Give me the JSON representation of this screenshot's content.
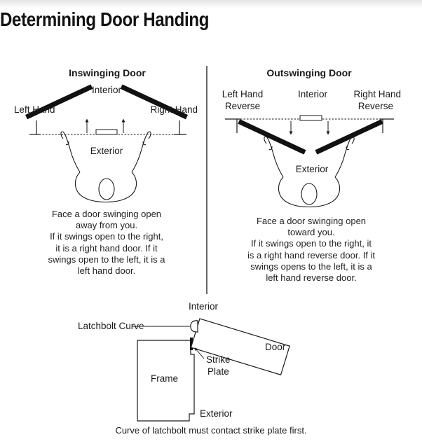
{
  "title": "Determining Door Handing",
  "inswinging": {
    "heading": "Inswinging Door",
    "interior": "Interior",
    "left": "Left Hand",
    "right": "Right Hand",
    "exterior": "Exterior",
    "description": "Face a door swinging open\naway from you.\nIf it swings open to the right,\nit is a right hand door. If it\nswings open to the left, it is a\nleft hand door."
  },
  "outswinging": {
    "heading": "Outswinging Door",
    "interior": "Interior",
    "left_line1": "Left Hand",
    "left_line2": "Reverse",
    "right_line1": "Right Hand",
    "right_line2": "Reverse",
    "exterior": "Exterior",
    "description": "Face a door swinging open\ntoward you.\nIf it swings open to the right, it\nis a right hand reverse door. If it\nswings opens to the left, it is a\nleft hand reverse door."
  },
  "latch": {
    "interior": "Interior",
    "latchbolt_curve": "Latchbolt Curve",
    "door": "Door",
    "strike_line1": "Strike",
    "strike_line2": "Plate",
    "frame": "Frame",
    "exterior": "Exterior",
    "caption": "Curve of latchbolt must contact strike plate first."
  },
  "icons": {
    "person": "person-from-above-icon",
    "arrow": "arrow-icon",
    "door": "door-leaf-icon"
  },
  "colors": {
    "ink": "#1a1a1a",
    "title_band": "#e4e4e4"
  }
}
